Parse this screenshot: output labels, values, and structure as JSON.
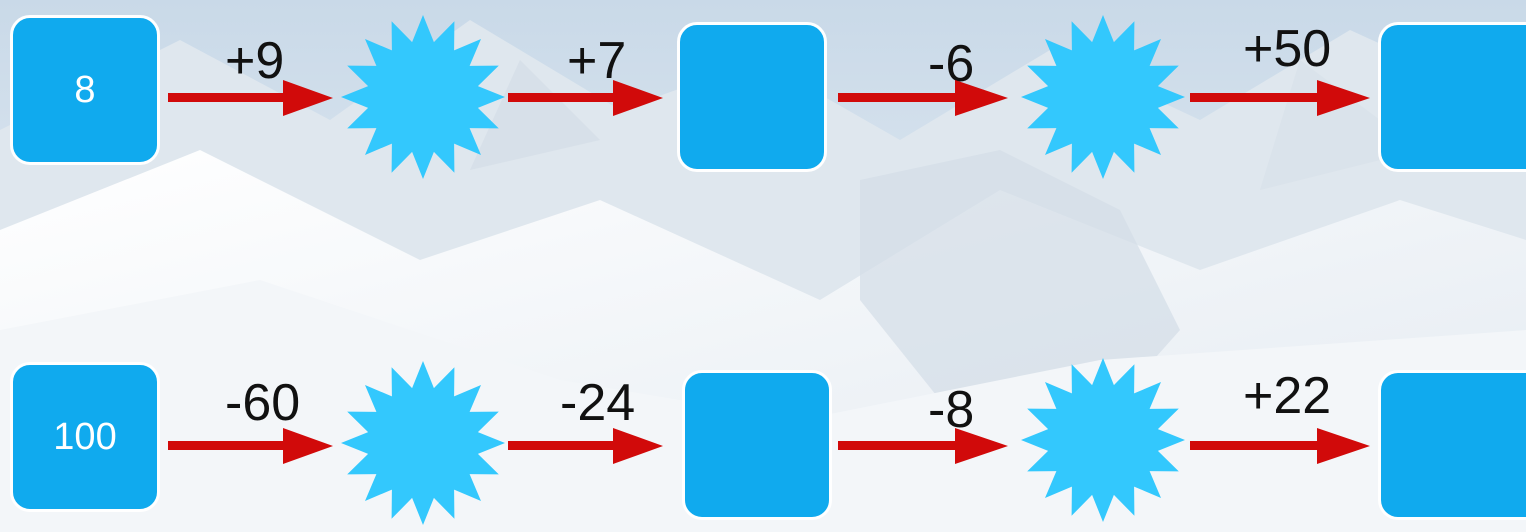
{
  "colors": {
    "box_fill": "#10aaee",
    "box_border": "#ffffff",
    "star_fill": "#33c8fd",
    "arrow": "#d10a0a",
    "operator_text": "#111111",
    "number_text": "#ffffff"
  },
  "rows": [
    {
      "start": "8",
      "operations": [
        "+9",
        "+7",
        "-6",
        "+50"
      ],
      "results": [
        "",
        "",
        "",
        ""
      ]
    },
    {
      "start": "100",
      "operations": [
        "-60",
        "-24",
        "-8",
        "+22"
      ],
      "results": [
        "",
        "",
        "",
        ""
      ]
    }
  ]
}
